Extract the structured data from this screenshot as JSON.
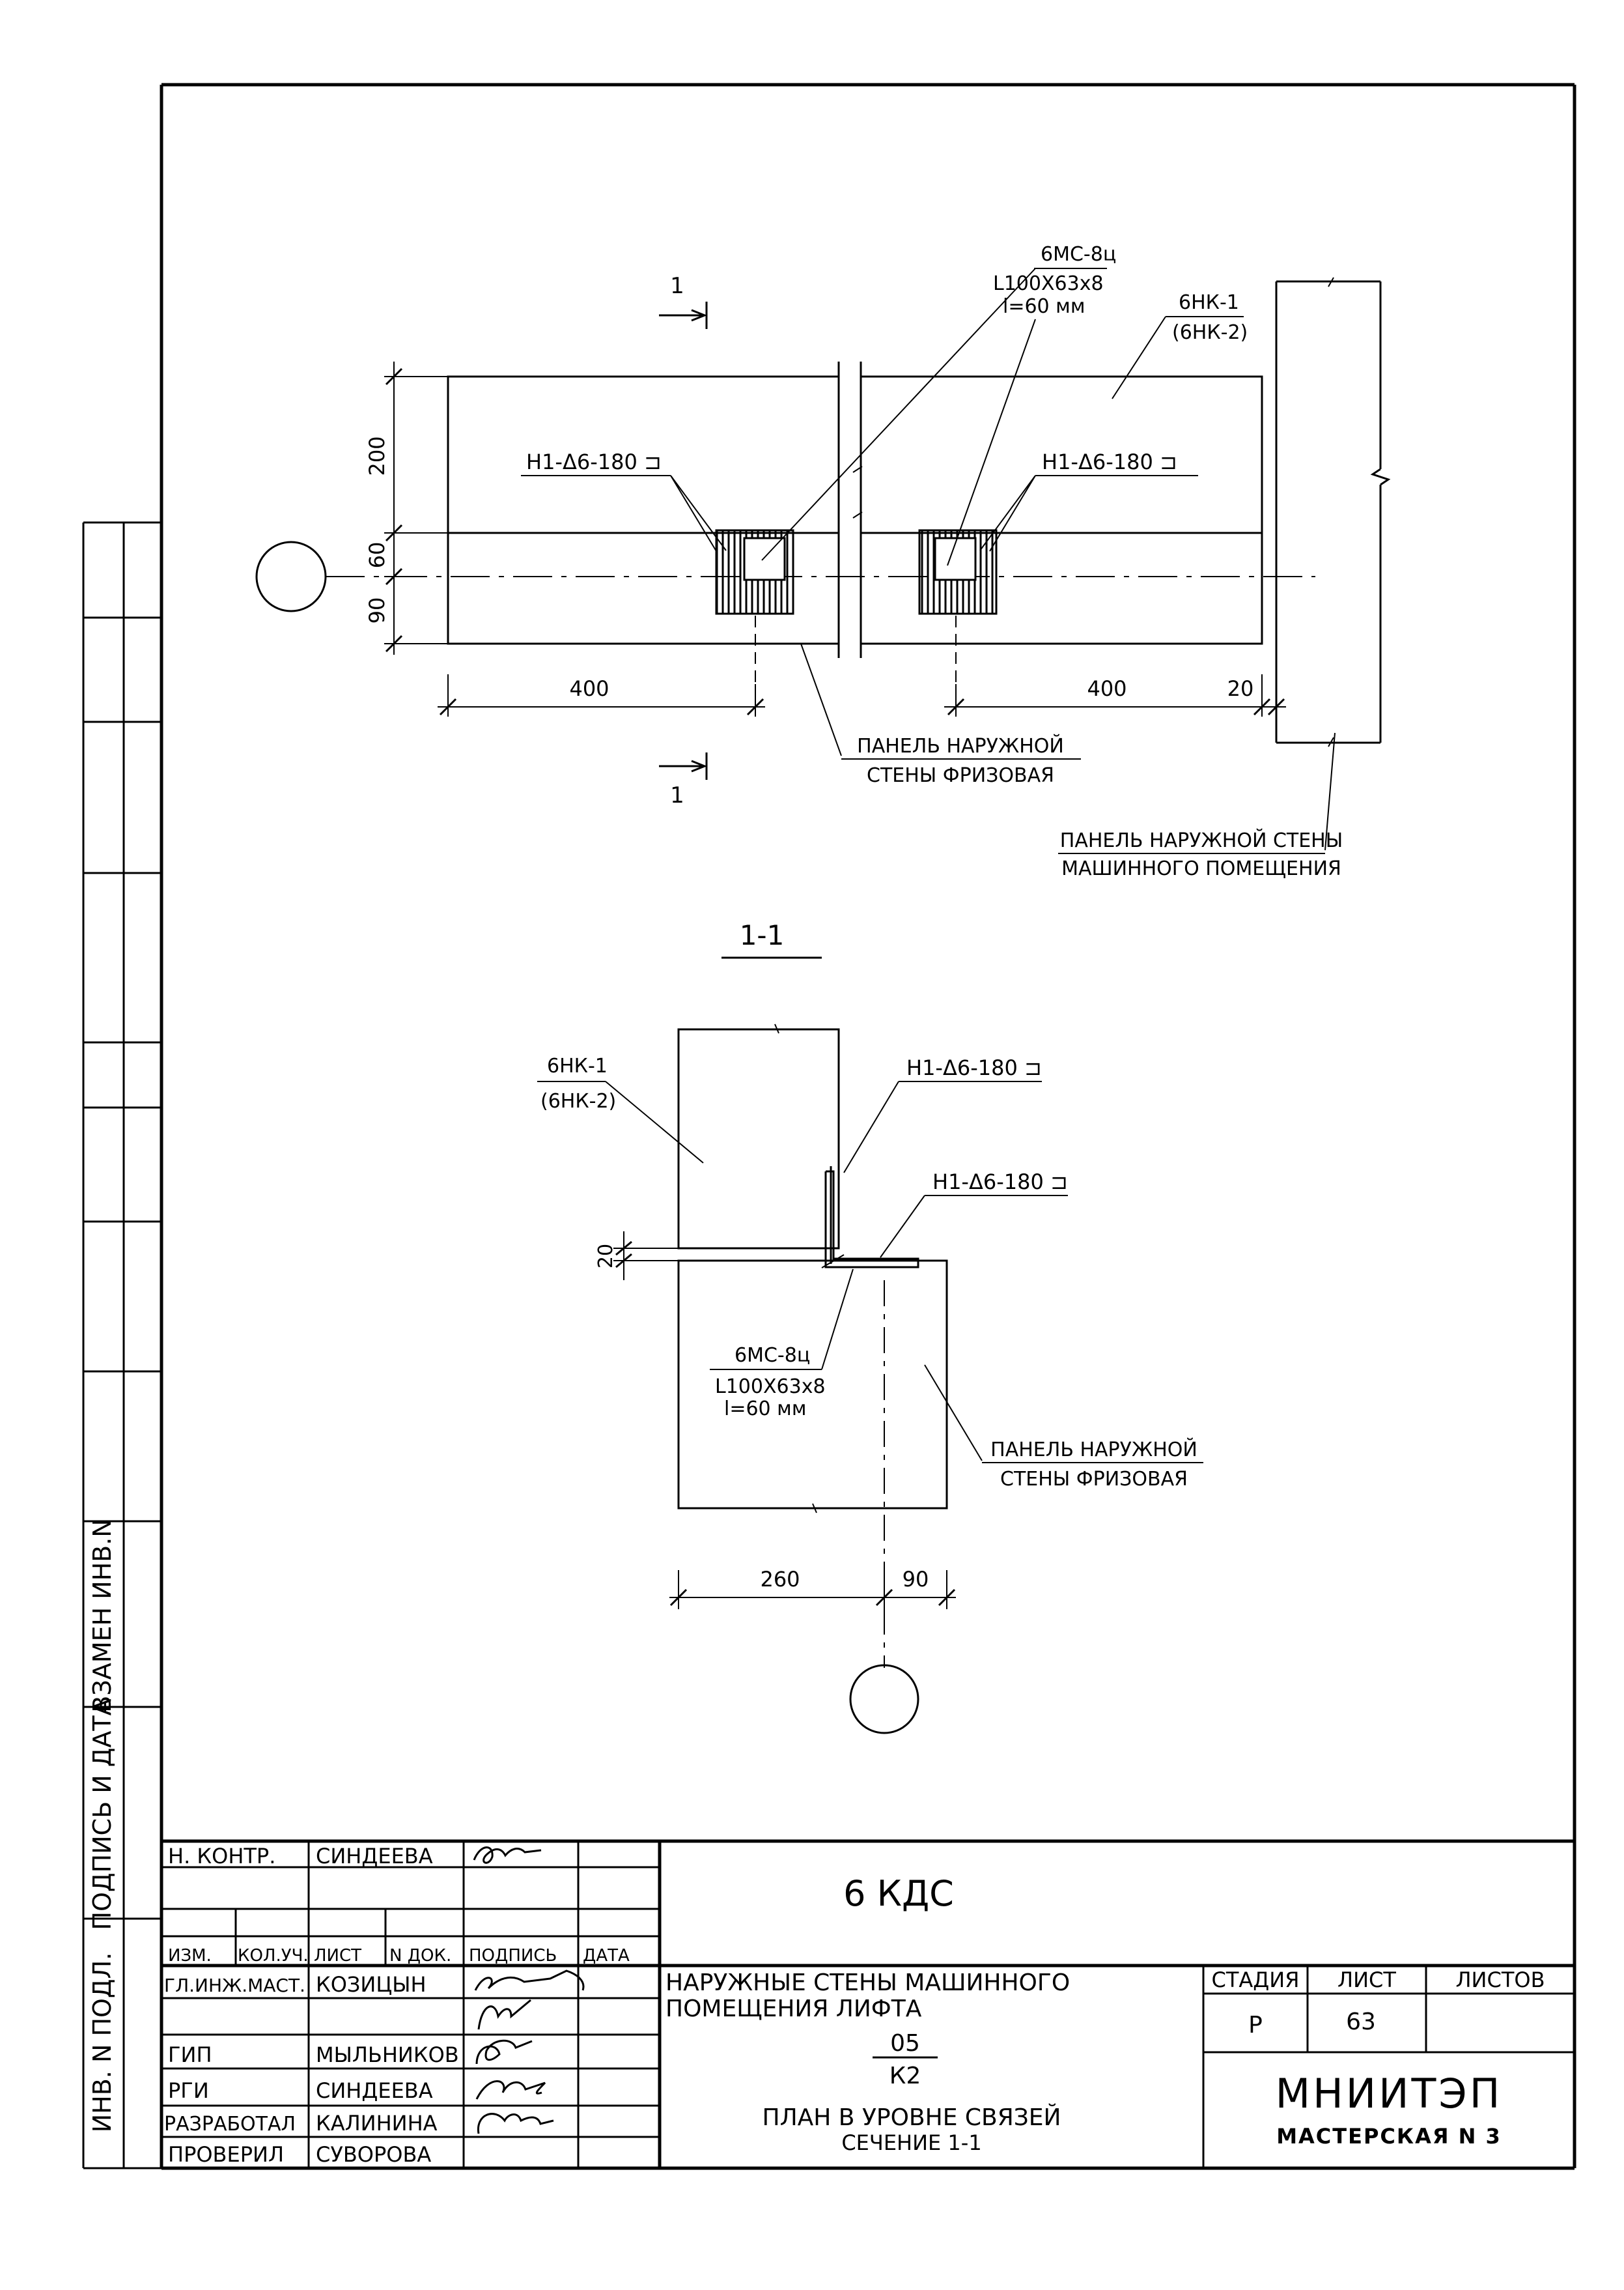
{
  "plan": {
    "callout_top_line1": "6МС-8ц",
    "callout_top_line2": "L100X63x8",
    "callout_top_line3": "l=60 мм",
    "panel_mark_line1": "6НК-1",
    "panel_mark_line2": "(6НК-2)",
    "weld_left": "Н1-Δ6-180 ⊐",
    "weld_right": "Н1-Δ6-180 ⊐",
    "section_mark": "1",
    "dim_200": "200",
    "dim_60": "60",
    "dim_90": "90",
    "dim_400_left": "400",
    "dim_400_right": "400",
    "dim_20": "20",
    "label_frieze_line1": "ПАНЕЛЬ НАРУЖНОЙ",
    "label_frieze_line2": "СТЕНЫ ФРИЗОВАЯ",
    "label_machine_line1": "ПАНЕЛЬ НАРУЖНОЙ СТЕНЫ",
    "label_machine_line2": "МАШИННОГО ПОМЕЩЕНИЯ"
  },
  "section": {
    "title": "1-1",
    "panel_mark_line1": "6НК-1",
    "panel_mark_line2": "(6НК-2)",
    "weld_upper": "Н1-Δ6-180 ⊐",
    "weld_lower": "Н1-Δ6-180 ⊐",
    "dim_20": "20",
    "callout_line1": "6МС-8ц",
    "callout_line2": "L100X63x8",
    "callout_line3": "l=60 мм",
    "label_frieze_line1": "ПАНЕЛЬ НАРУЖНОЙ",
    "label_frieze_line2": "СТЕНЫ ФРИЗОВАЯ",
    "dim_260": "260",
    "dim_90": "90"
  },
  "side_stamp": {
    "vzamen": "ВЗАМЕН ИНВ.N",
    "podpis": "ПОДПИСЬ И ДАТА",
    "inv": "ИНВ. N ПОДЛ."
  },
  "title_block": {
    "n_kontr_label": "Н. КОНТР.",
    "n_kontr_name": "СИНДЕЕВА",
    "h_izm": "ИЗМ.",
    "h_koluch": "КОЛ.УЧ.",
    "h_list": "ЛИСТ",
    "h_ndok": "N ДОК.",
    "h_podpis": "ПОДПИСЬ",
    "h_data": "ДАТА",
    "role1": "ГЛ.ИНЖ.МАСТ.",
    "name1": "КОЗИЦЫН",
    "role2": "ГИП",
    "name2": "МЫЛЬНИКОВ",
    "role3": "РГИ",
    "name3": "СИНДЕЕВА",
    "role4": "РАЗРАБОТАЛ",
    "name4": "КАЛИНИНА",
    "role5": "ПРОВЕРИЛ",
    "name5": "СУВОРОВА",
    "code": "6 КДС",
    "object_line1": "НАРУЖНЫЕ СТЕНЫ МАШИННОГО",
    "object_line2": "ПОМЕЩЕНИЯ ЛИФТА",
    "fraction_top": "05",
    "fraction_bottom": "К2",
    "sheet_title_line1": "ПЛАН В УРОВНЕ СВЯЗЕЙ",
    "sheet_title_line2": "СЕЧЕНИЕ 1-1",
    "h_stage": "СТАДИЯ",
    "h_sheet": "ЛИСТ",
    "h_sheets": "ЛИСТОВ",
    "stage": "Р",
    "sheet": "63",
    "sheets": "",
    "org": "МНИИТЭП",
    "workshop": "МАСТЕРСКАЯ N 3"
  }
}
